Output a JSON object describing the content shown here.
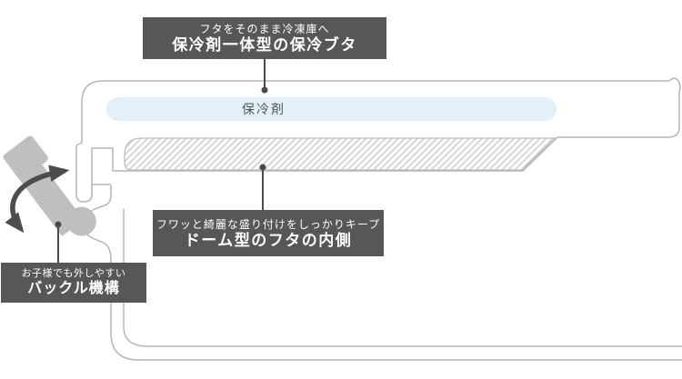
{
  "diagram": {
    "lid_callout": {
      "caption": "フタをそのまま冷凍庫へ",
      "title": "保冷剤一体型の保冷ブタ"
    },
    "dome_callout": {
      "caption": "フワッと綺麗な盛り付けをしっかりキープ",
      "title": "ドーム型のフタの内側"
    },
    "buckle_callout": {
      "caption": "お子様でも外しやすい",
      "title": "バックル機構"
    },
    "ice_pack_label": "保冷剤"
  },
  "colors": {
    "callout_bg": "#595656",
    "callout_text": "#ffffff",
    "ice_pack_fill": "#e3eff9",
    "outline_gray": "#b4b6b8",
    "hatch_gray": "#c9c9c9",
    "buckle_gray": "#bfbfbf",
    "arrow_dark": "#4d4d4d"
  }
}
